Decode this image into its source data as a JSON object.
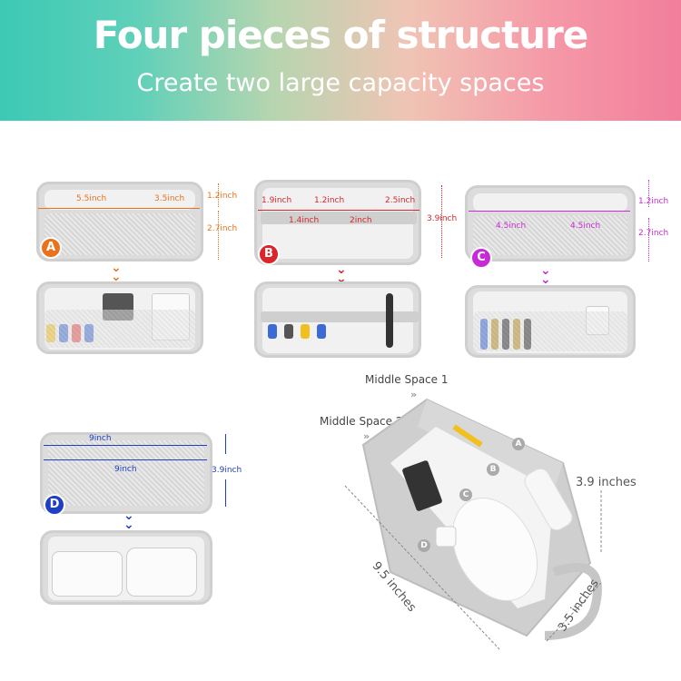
{
  "banner": {
    "title": "Four pieces of structure",
    "subtitle": "Create two large capacity spaces"
  },
  "panel_a": {
    "badge": "A",
    "color": "#e8731c",
    "dims": [
      "5.5inch",
      "3.5inch",
      "1.2inch",
      "2.7inch"
    ]
  },
  "panel_b": {
    "badge": "B",
    "color": "#d9262c",
    "dims": [
      "1.9inch",
      "1.2inch",
      "2.5inch",
      "1.4inch",
      "2inch",
      "3.9inch"
    ]
  },
  "panel_c": {
    "badge": "C",
    "color": "#c72ad6",
    "dims": [
      "1.2inch",
      "4.5inch",
      "4.5inch",
      "2.7inch"
    ]
  },
  "panel_d": {
    "badge": "D",
    "color": "#1f3fc4",
    "dims": [
      "9inch",
      "9inch",
      "3.9inch"
    ]
  },
  "bag": {
    "middle_space_1": "Middle Space 1",
    "middle_space_2": "Middle Space 2",
    "width": "9.5 inches",
    "height": "3.9 inches",
    "depth": "3.5 inches",
    "markers": [
      "A",
      "B",
      "C",
      "D"
    ]
  }
}
